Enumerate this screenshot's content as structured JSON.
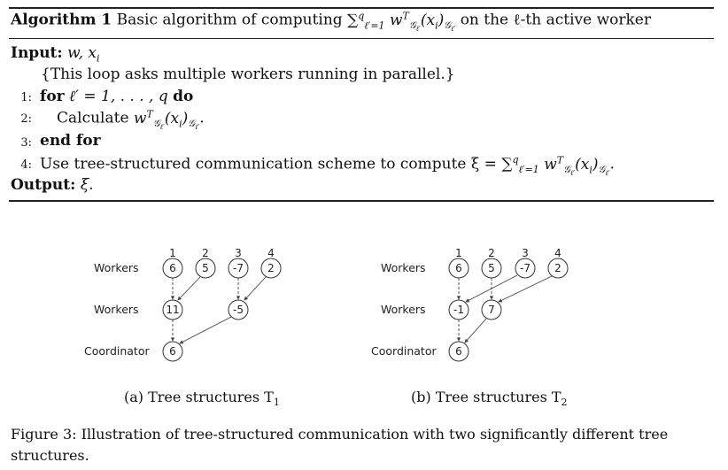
{
  "algorithm": {
    "label": "Algorithm 1",
    "title_prefix": "Basic algorithm of computing ",
    "sum_expr": "∑",
    "sum_upper": "q",
    "sum_lower": "ℓ′=1",
    "term_w": "w",
    "term_T": "T",
    "term_G": "𝒢",
    "term_ell_prime": "ℓ′",
    "term_xi": "(x",
    "term_i": "i",
    "term_close": ")",
    "title_suffix": " on the ℓ-th active worker",
    "input_label": "Input:",
    "input_vars": "w, x",
    "input_sub": "i",
    "comment": "{This loop asks multiple workers running in parallel.}",
    "lines": [
      {
        "num": "1:",
        "text_kw1": "for",
        "text_mid": " ℓ′ = 1, . . . , q ",
        "text_kw2": "do"
      },
      {
        "num": "2:",
        "text": "Calculate "
      },
      {
        "num": "3:",
        "text_kw1": "end for"
      },
      {
        "num": "4:",
        "text": "Use tree-structured communication scheme to compute ξ = "
      }
    ],
    "output_label": "Output:",
    "output_value": "ξ."
  },
  "figure": {
    "panel_a": {
      "row_labels": [
        "Workers",
        "Workers",
        "Coordinator"
      ],
      "worker_ids": [
        "1",
        "2",
        "3",
        "4"
      ],
      "workers": [
        "6",
        "5",
        "-7",
        "2"
      ],
      "mid": [
        "11",
        "-5"
      ],
      "coordinator": "6",
      "caption": "(a) Tree structures T",
      "caption_sub": "1"
    },
    "panel_b": {
      "row_labels": [
        "Workers",
        "Workers",
        "Coordinator"
      ],
      "worker_ids": [
        "1",
        "2",
        "3",
        "4"
      ],
      "workers": [
        "6",
        "5",
        "-7",
        "2"
      ],
      "mid": [
        "-1",
        "7"
      ],
      "coordinator": "6",
      "caption": "(b) Tree structures T",
      "caption_sub": "2"
    },
    "caption": "Figure 3: Illustration of tree-structured communication with two significantly different tree structures."
  }
}
